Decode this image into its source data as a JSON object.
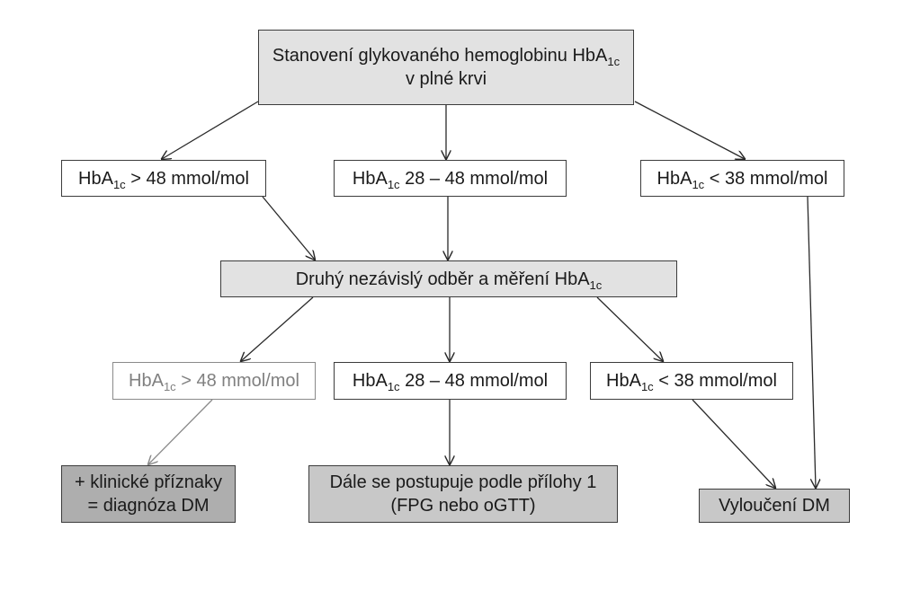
{
  "nodes": {
    "top": {
      "line1_main": "Stanovení glykovaného hemoglobinu HbA",
      "line1_sub": "1c",
      "line2": "v plné krvi"
    },
    "r1_left": {
      "pre": "HbA",
      "sub": "1c",
      "post": " > 48 mmol/mol"
    },
    "r1_mid": {
      "pre": "HbA",
      "sub": "1c",
      "post": " 28 – 48 mmol/mol"
    },
    "r1_right": {
      "pre": "HbA",
      "sub": "1c",
      "post": " < 38 mmol/mol"
    },
    "second": {
      "pre": "Druhý nezávislý odběr a měření HbA",
      "sub": "1c"
    },
    "r2_left": {
      "pre": "HbA",
      "sub": "1c",
      "post": " > 48 mmol/mol"
    },
    "r2_mid": {
      "pre": "HbA",
      "sub": "1c",
      "post": " 28 – 48 mmol/mol"
    },
    "r2_right": {
      "pre": "HbA",
      "sub": "1c",
      "post": " < 38 mmol/mol"
    },
    "out_left": {
      "line1": "+ klinické příznaky",
      "line2": "= diagnóza DM"
    },
    "out_mid": {
      "line1": "Dále se postupuje podle přílohy 1",
      "line2": "(FPG nebo oGTT)"
    },
    "out_right": {
      "line1": "Vyloučení DM"
    }
  },
  "colors": {
    "box_light": "#e2e2e2",
    "box_mid": "#c8c8c8",
    "box_dark": "#aeaeae",
    "border": "#3c3c3c",
    "faded": "#808080"
  }
}
